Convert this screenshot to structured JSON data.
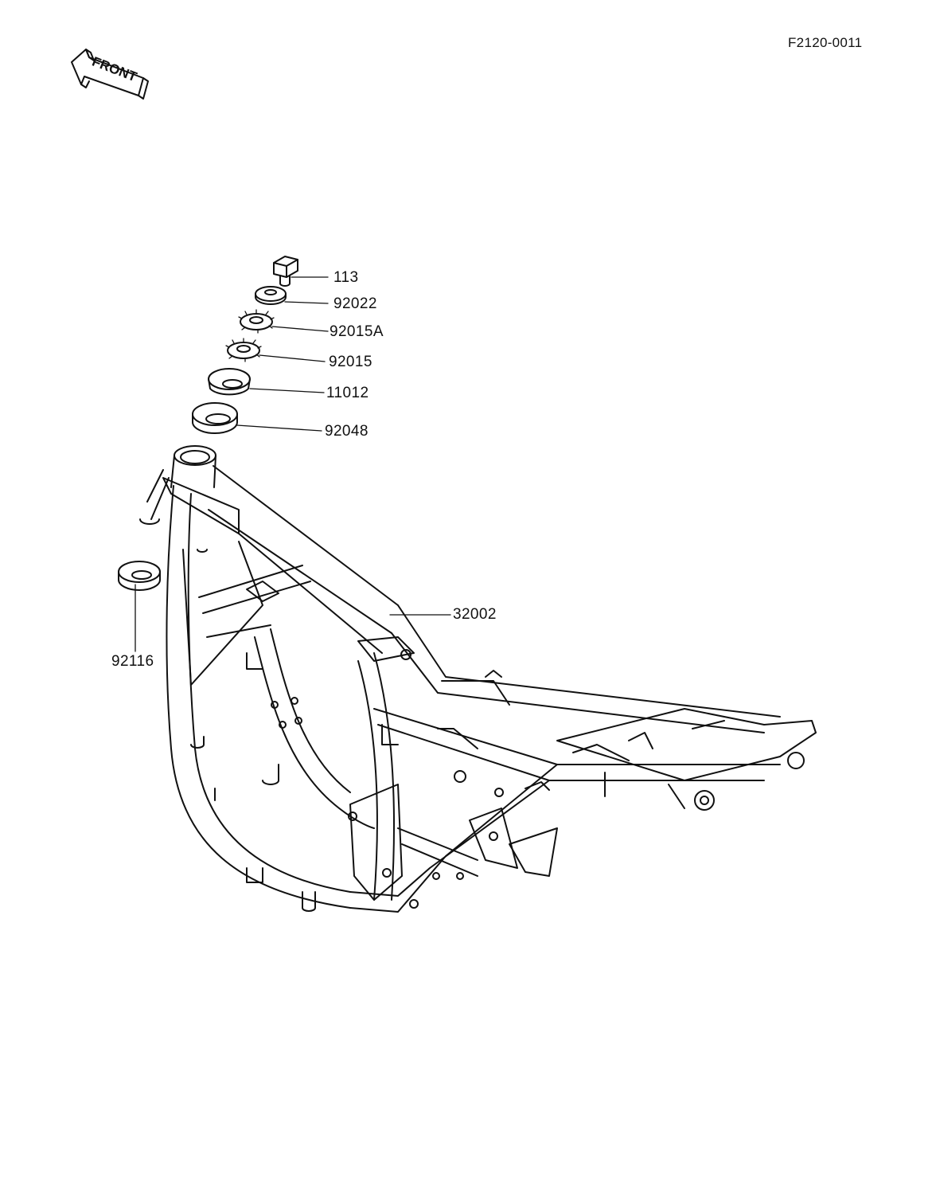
{
  "diagram_code": "F2120-0011",
  "front_arrow_label": "FRONT",
  "parts": [
    {
      "number": "113",
      "part": "bolt"
    },
    {
      "number": "92022",
      "part": "washer"
    },
    {
      "number": "92015A",
      "part": "lock-nut-toothed"
    },
    {
      "number": "92015",
      "part": "nut-toothed"
    },
    {
      "number": "11012",
      "part": "cap"
    },
    {
      "number": "92048",
      "part": "bearing-seal"
    },
    {
      "number": "32002",
      "part": "frame"
    },
    {
      "number": "92116",
      "part": "lower-seal"
    }
  ]
}
